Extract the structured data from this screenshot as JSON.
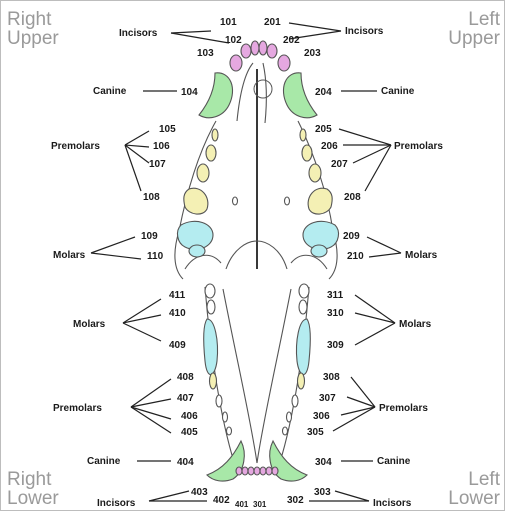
{
  "quadrants": {
    "right_upper": [
      "Right",
      "Upper"
    ],
    "left_upper": [
      "Left",
      "Upper"
    ],
    "right_lower": [
      "Right",
      "Lower"
    ],
    "left_lower": [
      "Left",
      "Lower"
    ]
  },
  "tooth_numbers": {
    "upper_right": [
      "101",
      "102",
      "103",
      "104",
      "105",
      "106",
      "107",
      "108",
      "109",
      "110"
    ],
    "upper_left": [
      "201",
      "202",
      "203",
      "204",
      "205",
      "206",
      "207",
      "208",
      "209",
      "210"
    ],
    "lower_left": [
      "301",
      "302",
      "303",
      "304",
      "305",
      "306",
      "307",
      "308",
      "309",
      "310",
      "311"
    ],
    "lower_right": [
      "401",
      "402",
      "403",
      "404",
      "405",
      "406",
      "407",
      "408",
      "409",
      "410",
      "411"
    ]
  },
  "group_labels": {
    "incisors": "Incisors",
    "canine": "Canine",
    "premolars": "Premolars",
    "molars": "Molars"
  },
  "colors": {
    "incisor": "#e5a8e0",
    "canine": "#a8e8a8",
    "premolar": "#f4f0b4",
    "molar": "#b4ecf0",
    "outline": "#555555",
    "quadrant_text": "#9a9a9a"
  }
}
